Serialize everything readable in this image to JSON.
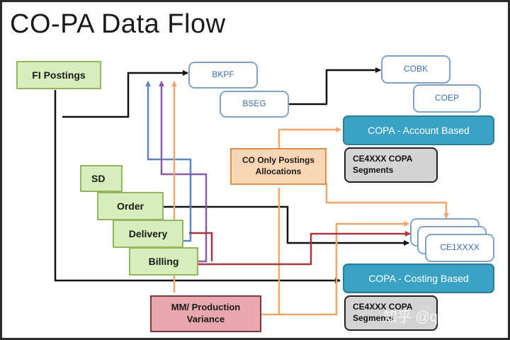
{
  "title": "CO-PA Data Flow",
  "nodes": {
    "fi_postings": "FI Postings",
    "bkpf": "BKPF",
    "bseg": "BSEG",
    "cobk": "COBK",
    "coep": "COEP",
    "copa_account": "COPA - Account  Based",
    "ce4_account": "CE4XXX COPA\nSegments",
    "co_only": "CO Only Postings\nAllocations",
    "sd": "SD",
    "order": "Order",
    "delivery": "Delivery",
    "billing": "Billing",
    "ce1": "CE1XXXX",
    "copa_costing": "COPA - Costing Based",
    "ce4_costing": "CE4XXX COPA\nSegments",
    "mm": "MM/ Production\nVariance"
  },
  "watermark": "知乎 @qichunbb",
  "colors": {
    "black": "#111111",
    "blue": "#5b86c2",
    "purple": "#8a5aa6",
    "orange": "#f2a56a",
    "maroon": "#a8343f",
    "teal": "#3aa3c3",
    "green": "#d8edbc"
  }
}
